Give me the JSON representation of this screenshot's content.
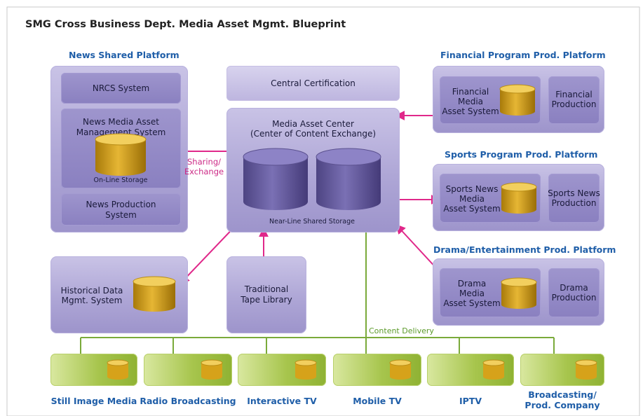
{
  "title": "SMG Cross Business Dept. Media Asset Mgmt. Blueprint",
  "news_platform": {
    "title": "News Shared Platform",
    "nrcs": "NRCS System",
    "mam_line1": "News Media Asset",
    "mam_line2": "Management System",
    "storage": "On-Line Storage",
    "prod_line1": "News Production",
    "prod_line2": "System"
  },
  "center": {
    "certification": "Central Certification",
    "mac_line1": "Media Asset Center",
    "mac_line2": "(Center of Content Exchange)",
    "storage": "Near-Line Shared Storage"
  },
  "sharing": {
    "line1": "Sharing/",
    "line2": "Exchange"
  },
  "historical": {
    "line1": "Historical Data",
    "line2": "Mgmt. System"
  },
  "tape": {
    "line1": "Traditional",
    "line2": "Tape Library"
  },
  "financial": {
    "title": "Financial Program Prod. Platform",
    "mam": [
      "Financial",
      "Media",
      "Asset System"
    ],
    "prod": [
      "Financial",
      "Production"
    ]
  },
  "sports": {
    "title": "Sports Program Prod. Platform",
    "mam": [
      "Sports News",
      "Media",
      "Asset System"
    ],
    "prod": [
      "Sports News",
      "Production"
    ]
  },
  "drama": {
    "title": "Drama/Entertainment Prod. Platform",
    "mam": [
      "Drama",
      "Media",
      "Asset System"
    ],
    "prod": [
      "Drama",
      "Production"
    ]
  },
  "content_delivery": "Content Delivery",
  "outlets": [
    {
      "line1": "Still Image Media",
      "line2": ""
    },
    {
      "line1": "Radio Broadcasting",
      "line2": ""
    },
    {
      "line1": "Interactive TV",
      "line2": ""
    },
    {
      "line1": "Mobile TV",
      "line2": ""
    },
    {
      "line1": "IPTV",
      "line2": ""
    },
    {
      "line1": "Broadcasting/",
      "line2": "Prod. Company"
    }
  ],
  "colors": {
    "accent_blue": "#1f5ea8",
    "exchange_pink": "#e0288a",
    "delivery_green": "#7aaa3a",
    "panel_purple": "#aea6d6",
    "cylinder_gold": "#d6a21a"
  }
}
